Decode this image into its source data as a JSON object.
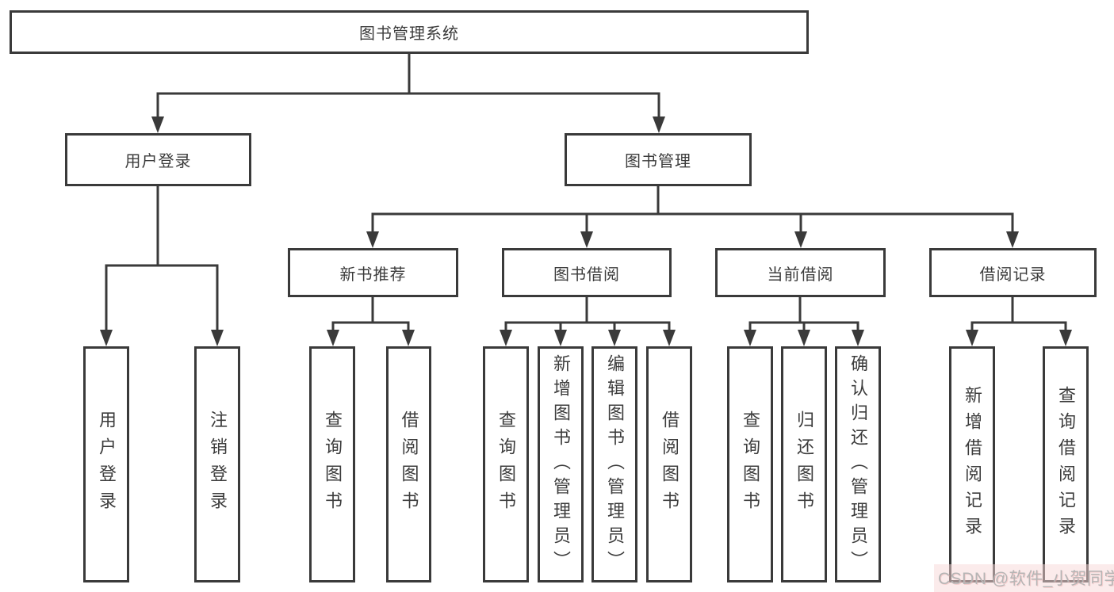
{
  "diagram_title": "图书管理系统",
  "tree": {
    "label": "图书管理系统",
    "children": [
      {
        "label": "用户登录",
        "children": [
          {
            "label": "用户登录"
          },
          {
            "label": "注销登录"
          }
        ]
      },
      {
        "label": "图书管理",
        "children": [
          {
            "label": "新书推荐",
            "children": [
              {
                "label": "查询图书"
              },
              {
                "label": "借阅图书"
              }
            ]
          },
          {
            "label": "图书借阅",
            "children": [
              {
                "label": "查询图书"
              },
              {
                "label": "新增图书（管理员）"
              },
              {
                "label": "编辑图书（管理员）"
              },
              {
                "label": "借阅图书"
              }
            ]
          },
          {
            "label": "当前借阅",
            "children": [
              {
                "label": "查询图书"
              },
              {
                "label": "归还图书"
              },
              {
                "label": "确认归还（管理员）"
              }
            ]
          },
          {
            "label": "借阅记录",
            "children": [
              {
                "label": "新增借阅记录"
              },
              {
                "label": "查询借阅记录"
              }
            ]
          }
        ]
      }
    ]
  },
  "watermark": {
    "text": "CSDN @软件_小贺同学"
  },
  "colors": {
    "background": "#ffffff",
    "line": "#3a3a3a",
    "box_border": "#3a3a3a",
    "box_fill": "#ffffff",
    "text": "#3c3c3c",
    "watermark_text": "#b5b5b5",
    "watermark_tint": "#f7d8d8"
  }
}
